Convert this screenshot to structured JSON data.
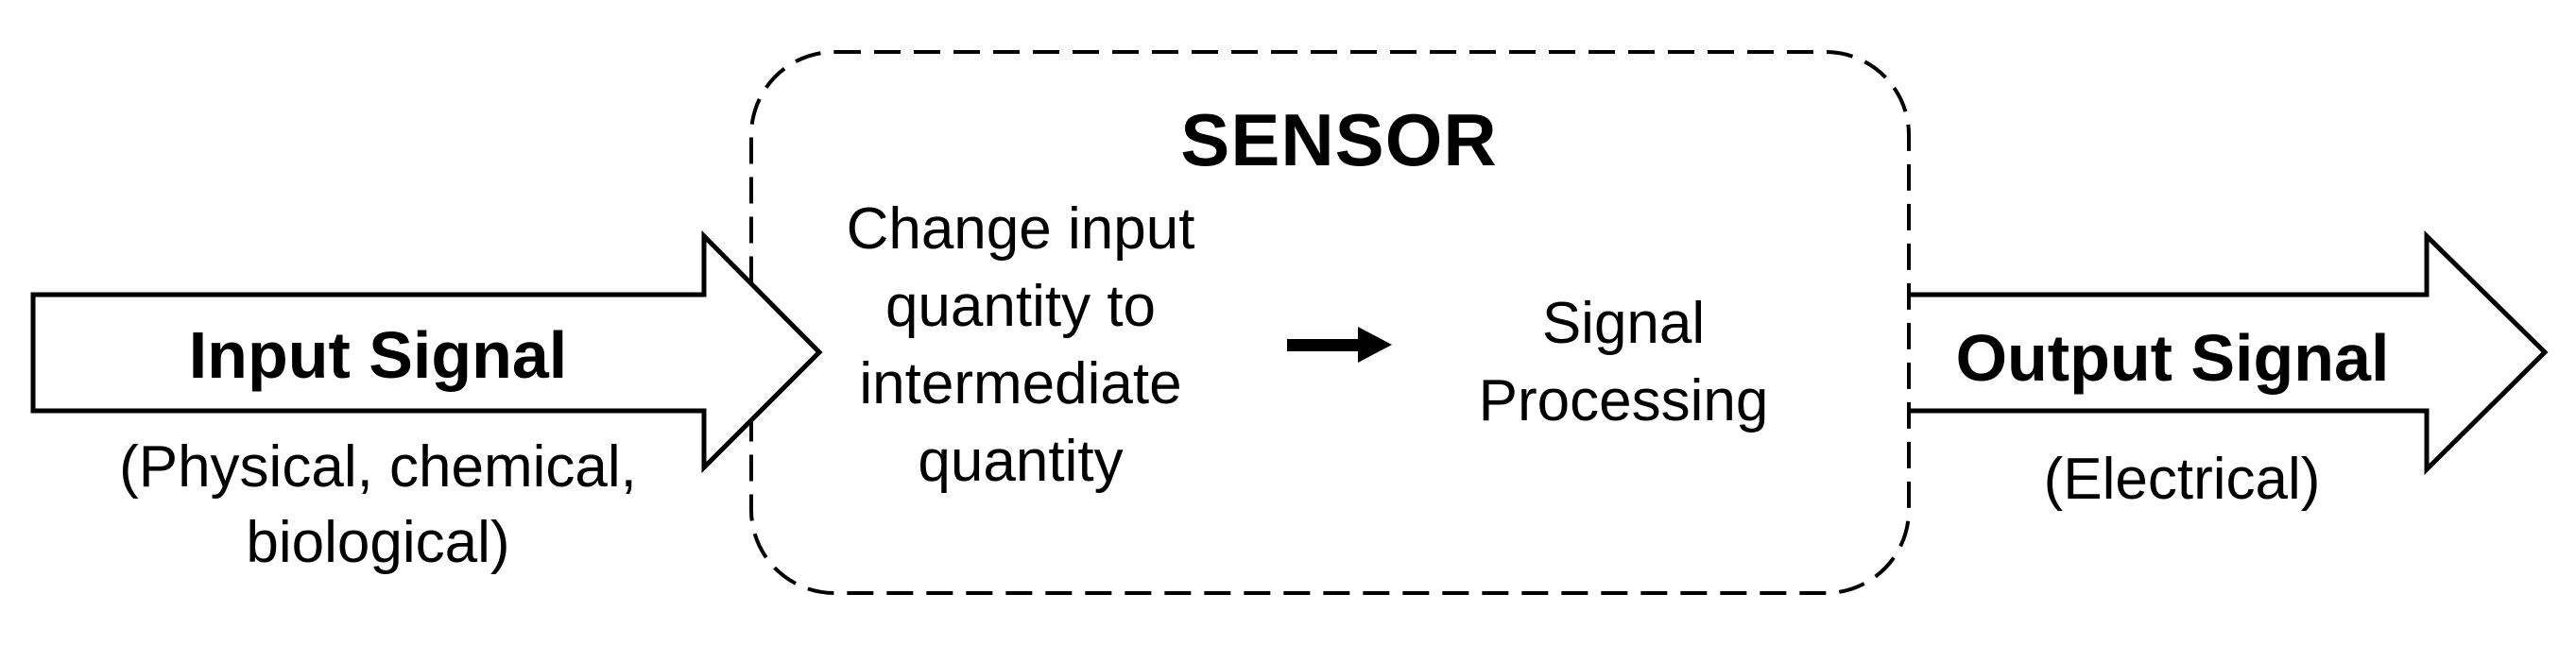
{
  "colors": {
    "background": "#ffffff",
    "line": "#000000",
    "text": "#000000"
  },
  "input_arrow": {
    "label": "Input Signal",
    "sublabel_lines": [
      "(Physical, chemical,",
      "biological)"
    ]
  },
  "sensor": {
    "title": "SENSOR",
    "transducer_lines": [
      "Change input",
      "quantity to",
      "intermediate",
      "quantity"
    ],
    "flow_arrow_icon": "right-arrow",
    "processing_lines": [
      "Signal",
      "Processing"
    ]
  },
  "output_arrow": {
    "label": "Output Signal",
    "sublabel": "(Electrical)"
  }
}
